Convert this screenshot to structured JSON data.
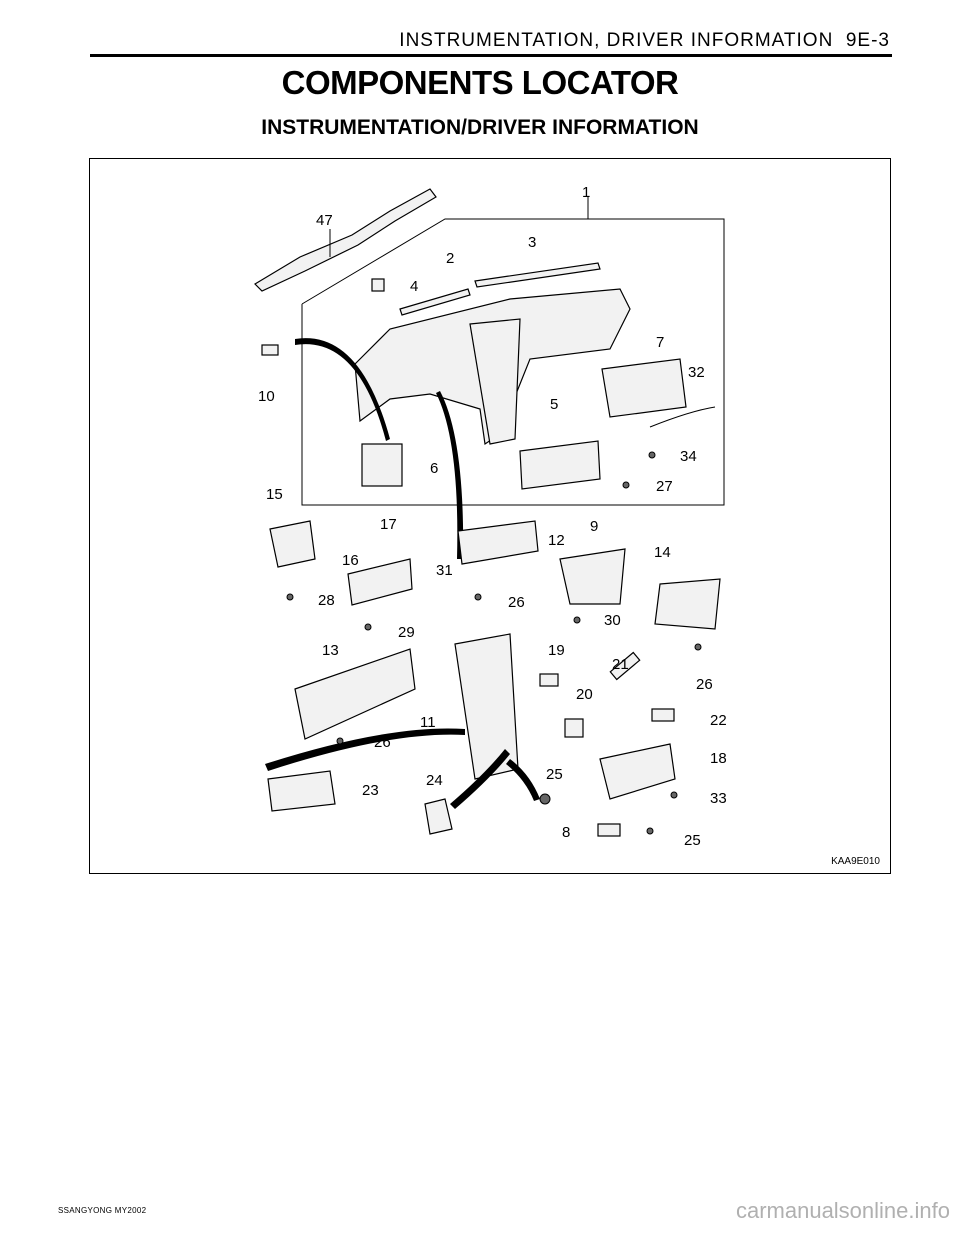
{
  "header": {
    "section": "INSTRUMENTATION, DRIVER INFORMATION",
    "page": "9E-3"
  },
  "title": "COMPONENTS LOCATOR",
  "subtitle": "INSTRUMENTATION/DRIVER  INFORMATION",
  "figure": {
    "code": "KAA9E010",
    "callouts": [
      "1",
      "47",
      "3",
      "2",
      "4",
      "7",
      "32",
      "10",
      "5",
      "34",
      "6",
      "27",
      "15",
      "17",
      "9",
      "31",
      "12",
      "14",
      "16",
      "28",
      "26",
      "29",
      "30",
      "13",
      "19",
      "21",
      "20",
      "26",
      "11",
      "22",
      "26",
      "18",
      "25",
      "24",
      "23",
      "33",
      "8",
      "25"
    ]
  },
  "footer": {
    "model": "SSANGYONG MY2002"
  },
  "watermark": "carmanualsonline.info"
}
